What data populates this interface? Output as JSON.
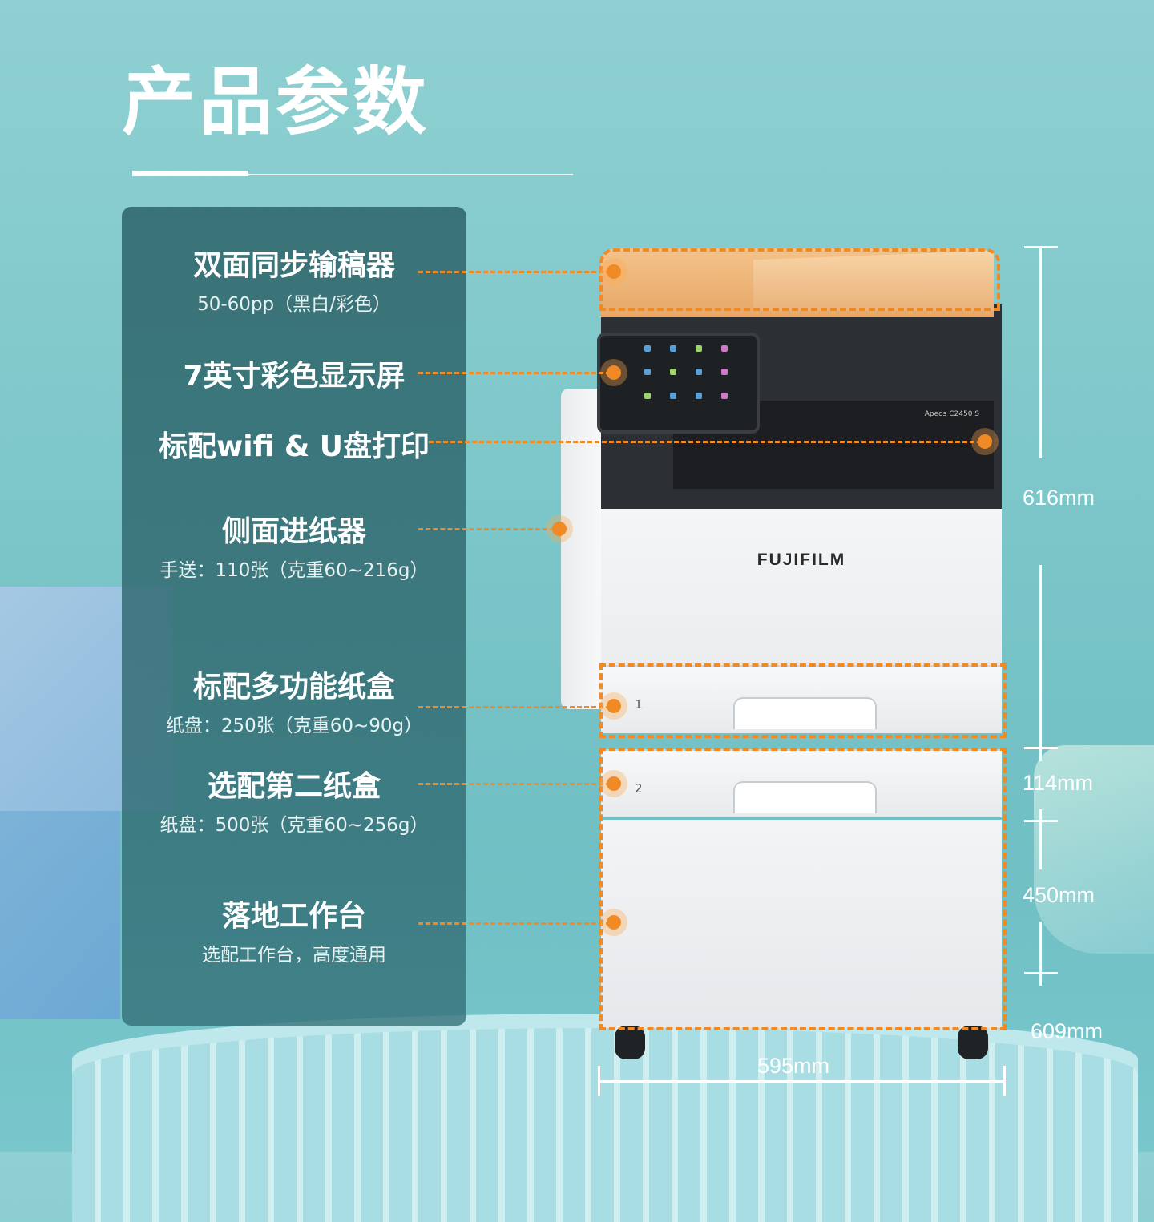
{
  "title": "产品参数",
  "specs": [
    {
      "heading": "双面同步输稿器",
      "sub": "50-60pp（黑白/彩色）"
    },
    {
      "heading": "7英寸彩色显示屏",
      "sub": ""
    },
    {
      "heading": "标配wifi & U盘打印",
      "sub": ""
    },
    {
      "heading": "侧面进纸器",
      "sub": "手送：110张（克重60~216g）"
    },
    {
      "heading": "标配多功能纸盒",
      "sub": "纸盘：250张（克重60~90g）"
    },
    {
      "heading": "选配第二纸盒",
      "sub": "纸盘：500张（克重60~256g）"
    },
    {
      "heading": "落地工作台",
      "sub": "选配工作台，高度通用"
    }
  ],
  "product": {
    "brand": "FUJIFILM",
    "model": "Apeos C2450 S",
    "tray_numbers": [
      "1",
      "2"
    ]
  },
  "dimensions": {
    "height_main": "616mm",
    "height_tray": "114mm",
    "height_cabinet": "450mm",
    "depth": "609mm",
    "width": "595mm"
  },
  "colors": {
    "accent": "#f08a24",
    "panel": "#2f6b72",
    "background": "#7cc6c9"
  }
}
